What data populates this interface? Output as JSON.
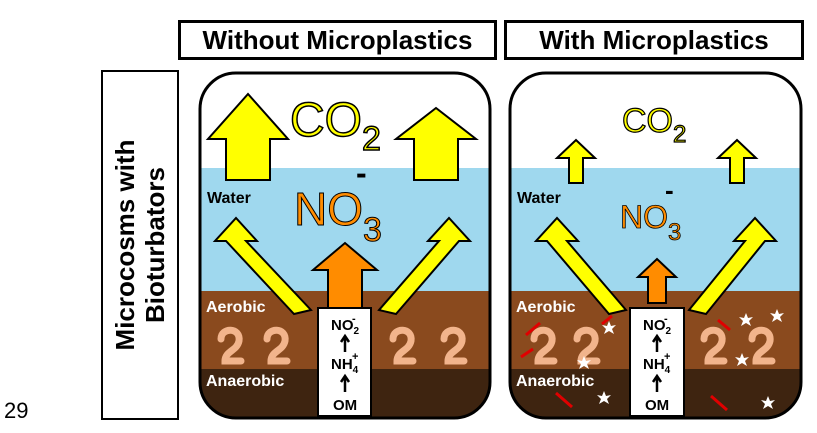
{
  "headers": {
    "left": "Without Microplastics",
    "right": "With Microplastics"
  },
  "side_label": {
    "line1": "Microcosms with",
    "line2": "Bioturbators"
  },
  "line_number": "29",
  "labels": {
    "water": "Water",
    "aerobic": "Aerobic",
    "anaerobic": "Anaerobic"
  },
  "chemicals": {
    "co2_base": "CO",
    "co2_sub": "2",
    "no3_base": "NO",
    "no3_sub": "3",
    "no3_sup": "-"
  },
  "nitrogen_chain": {
    "no2_base": "NO",
    "no2_sub": "2",
    "no2_sup": "-",
    "nh4_base": "NH",
    "nh4_sub": "4",
    "nh4_sup": "+",
    "om": "OM"
  },
  "colors": {
    "water": "#9fd8ee",
    "aerobic_sediment": "#8a4a1e",
    "anaerobic_sediment": "#3e2410",
    "flux_arrow": "#ffff00",
    "nitrate_arrow": "#ff8c00",
    "worm": "#f2b48c",
    "microplastic_fiber": "#e00000",
    "microplastic_fragment": "#ffffff"
  }
}
